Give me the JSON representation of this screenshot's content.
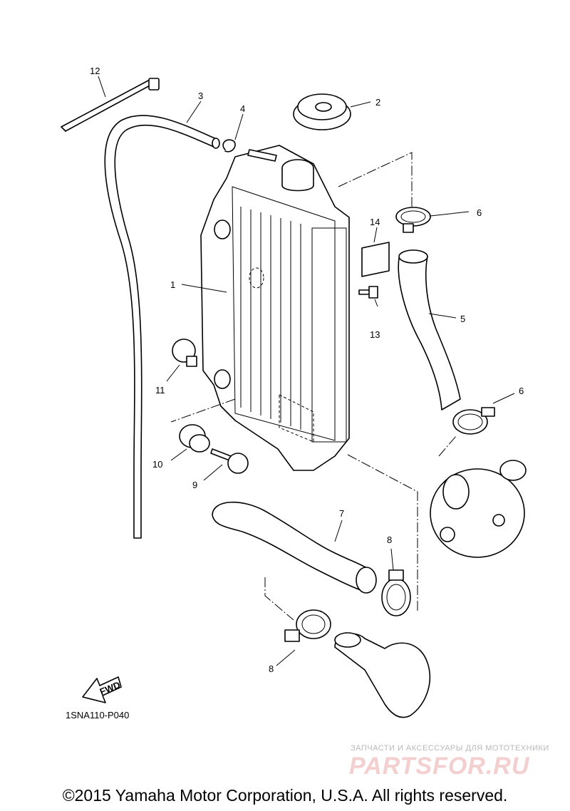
{
  "callouts": [
    "1",
    "2",
    "3",
    "4",
    "5",
    "6",
    "6",
    "7",
    "8",
    "8",
    "9",
    "10",
    "11",
    "12",
    "13",
    "14"
  ],
  "fwd_label": "FWD",
  "diagram_code": "1SNA110-P040",
  "watermark": {
    "tagline": "ЗАПЧАСТИ И АКСЕССУАРЫ ДЛЯ МОТОТЕХНИКИ",
    "logo": "PARTSFOR.RU"
  },
  "copyright": "©2015 Yamaha Motor Corporation, U.S.A. All rights reserved."
}
